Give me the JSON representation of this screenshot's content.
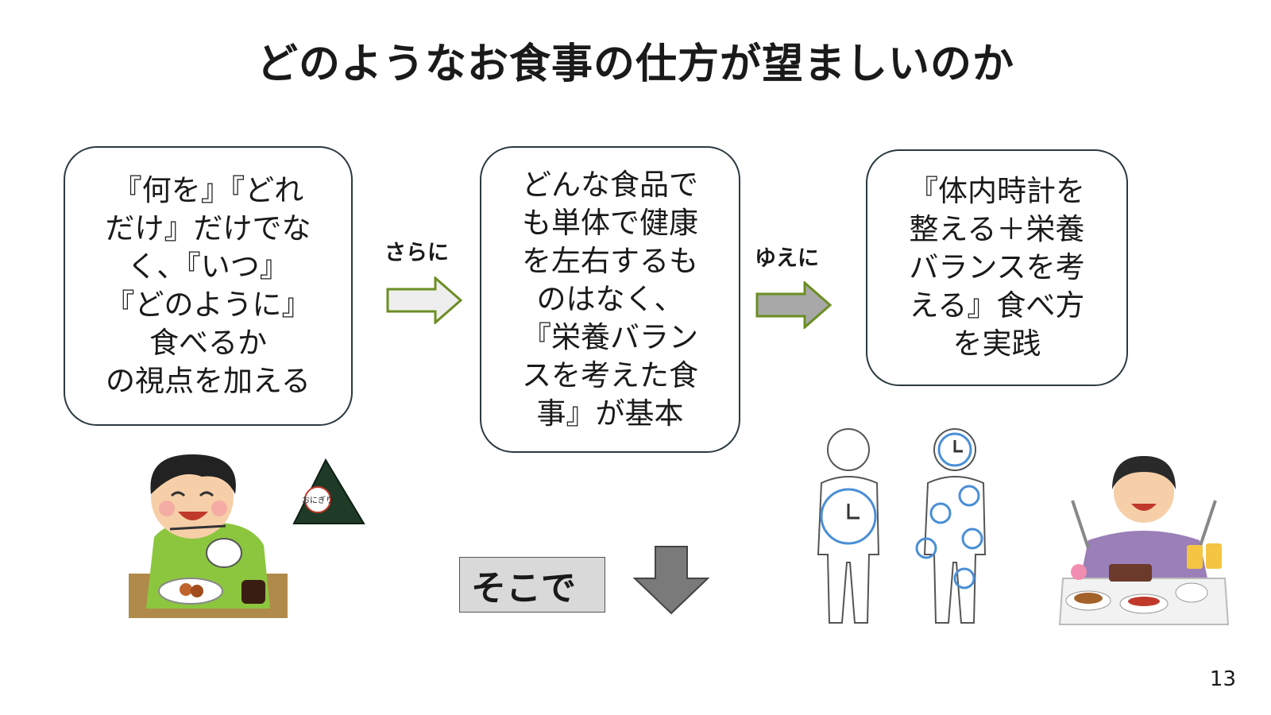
{
  "title": "どのようなお食事の仕方が望ましいのか",
  "boxes": [
    {
      "text": "『何を』『どれ\nだけ』だけでな\nく、『いつ』\n『どのように』\n食べるか\nの視点を加える"
    },
    {
      "text": "どんな食品で\nも単体で健康\nを左右するも\nのはなく、\n『栄養バラン\nスを考えた食\n事』が基本"
    },
    {
      "text": "『体内時計を\n整える＋栄養\nバランスを考\nえる』食べ方\nを実践"
    }
  ],
  "connectors": {
    "first": "さらに",
    "second": "ゆえに"
  },
  "sokode": "そこで",
  "onigiri_label": "おにぎり",
  "page_number": "13",
  "colors": {
    "box_border": "#2b3a40",
    "arrow_green": "#6b8e23",
    "down_arrow": "#7a7a7a",
    "clock_blue": "#4a8fd6"
  },
  "icons": [
    "boy-eating-illustration",
    "onigiri-icon",
    "body-clock-illustration",
    "woman-feast-illustration",
    "right-arrow-icon",
    "down-arrow-icon"
  ]
}
